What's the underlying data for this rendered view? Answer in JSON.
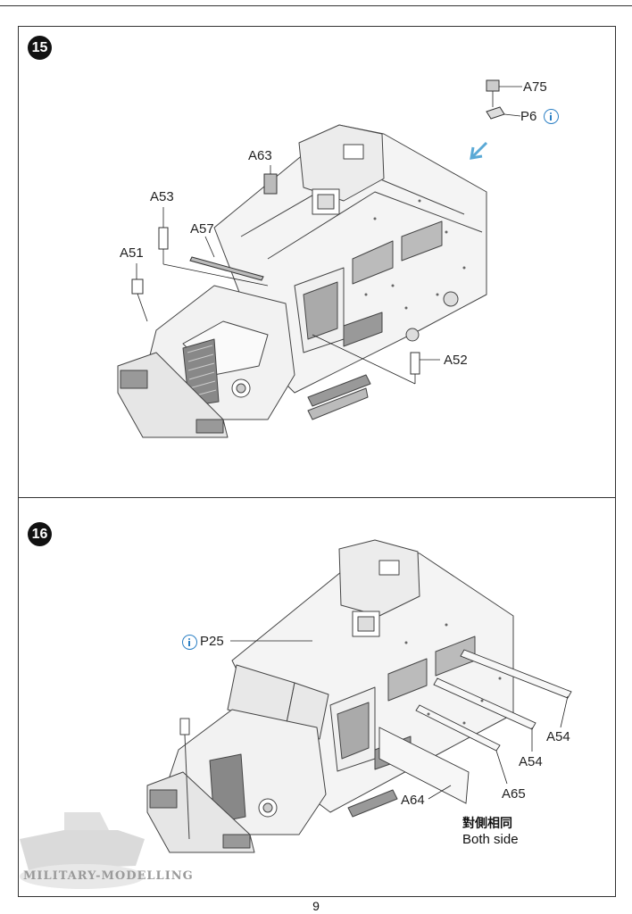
{
  "step15": {
    "number": "15",
    "labels": {
      "a75": "A75",
      "p6": "P6",
      "a63": "A63",
      "a53": "A53",
      "a57": "A57",
      "a51": "A51",
      "a52": "A52"
    }
  },
  "step16": {
    "number": "16",
    "labels": {
      "p25": "P25",
      "a54_top": "A54",
      "a54_bottom": "A54",
      "a65": "A65",
      "a64": "A64"
    },
    "note_cjk": "對側相同",
    "note_en": "Both side"
  },
  "watermark": "MILITARY-MODELLING",
  "page_number": "9",
  "colors": {
    "accent_icon": "#2b7fc4",
    "arrow_blue": "#5aa9d6"
  }
}
